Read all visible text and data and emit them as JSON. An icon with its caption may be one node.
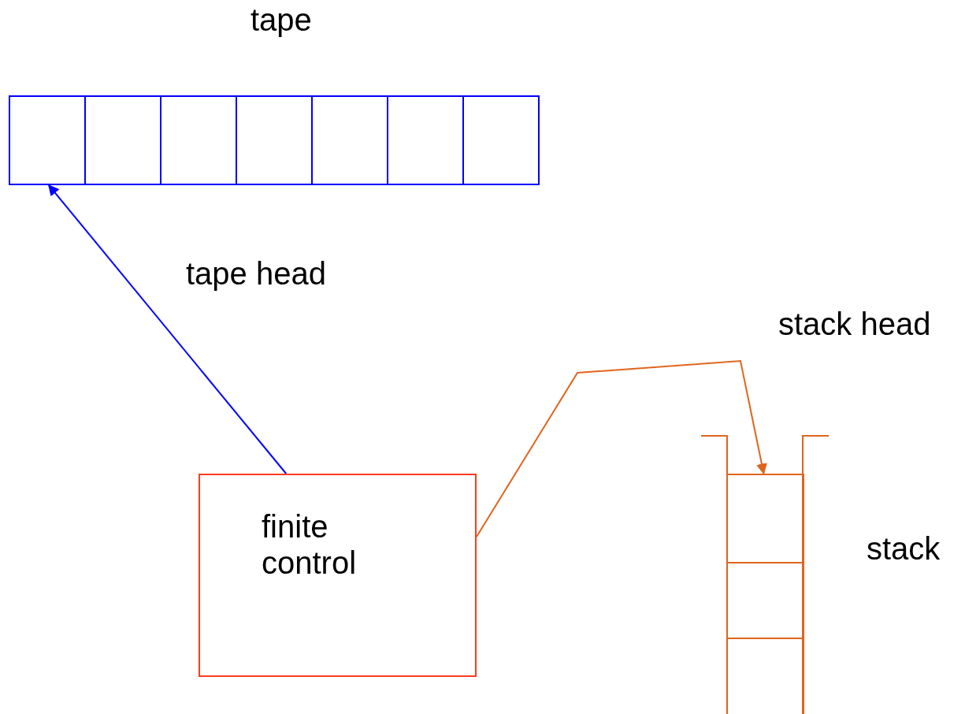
{
  "diagram": {
    "nodes": [
      {
        "text": [
          "tape"
        ]
      },
      {
        "text": [],
        "shape": "box",
        "in": 0
      },
      {
        "text": [],
        "shape": "box",
        "in": 0
      },
      {
        "text": [],
        "shape": "box",
        "in": 0
      },
      {
        "text": [],
        "shape": "box",
        "in": 0
      },
      {
        "text": [],
        "shape": "box",
        "in": 0
      },
      {
        "text": [],
        "shape": "box",
        "in": 0
      },
      {
        "text": [],
        "shape": "box",
        "in": 0
      },
      {
        "text": [
          "finite control"
        ]
      },
      {
        "text": [
          "stack"
        ]
      },
      {
        "text": [],
        "shape": "box",
        "in": 9
      },
      {
        "text": [],
        "shape": "box",
        "in": 9
      },
      {
        "text": [],
        "shape": "box",
        "in": 9
      }
    ],
    "edges": [
      {
        "from": 8,
        "to": 1,
        "arrow": "to",
        "label": "tape head",
        "color": "#0000ff"
      },
      {
        "from": 8,
        "to": 10,
        "arrow": "to",
        "label": "stack head",
        "color": "#e0641e"
      }
    ]
  }
}
